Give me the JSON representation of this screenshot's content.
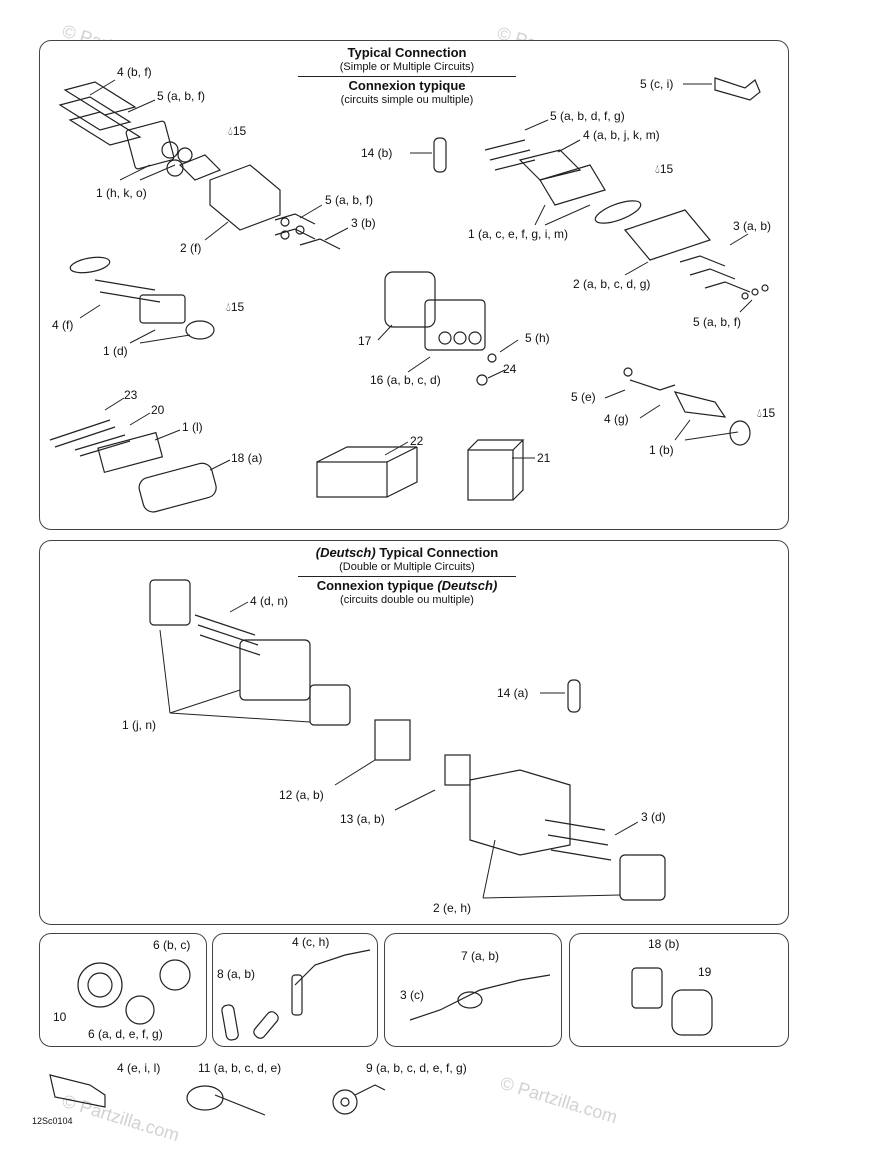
{
  "top_panel": {
    "title_en": "Typical Connection",
    "subtitle_en": "(Simple or Multiple Circuits)",
    "title_fr": "Connexion typique",
    "subtitle_fr": "(circuits simple ou multiple)",
    "labels": [
      "4 (b, f)",
      "5 (a, b, f)",
      "15",
      "1 (h, k, o)",
      "2 (f)",
      "5 (a, b, f)",
      "3 (b)",
      "14 (b)",
      "5 (c, i)",
      "5 (a, b, d, f, g)",
      "4 (a, b, j, k, m)",
      "15",
      "1 (a, c, e, f, g, i, m)",
      "3 (a, b)",
      "2 (a, b, c, d, g)",
      "5 (a, b, f)",
      "4 (f)",
      "15",
      "1 (d)",
      "17",
      "5 (h)",
      "16 (a, b, c, d)",
      "24",
      "5 (e)",
      "4 (g)",
      "15",
      "1 (b)",
      "23",
      "20",
      "1 (l)",
      "18 (a)",
      "22",
      "21"
    ]
  },
  "deutsch_panel": {
    "title_prefix": "(Deutsch)",
    "title_en": "Typical Connection",
    "subtitle_en": "(Double or Multiple Circuits)",
    "title_fr": "Connexion typique",
    "title_suffix": "(Deutsch)",
    "subtitle_fr": "(circuits double ou multiple)",
    "labels": [
      "4 (d, n)",
      "14 (a)",
      "1 (j, n)",
      "12 (a, b)",
      "13 (a, b)",
      "3 (d)",
      "2 (e, h)"
    ]
  },
  "small_panels": [
    {
      "labels": [
        "6 (b, c)",
        "10",
        "6 (a, d, e, f, g)"
      ]
    },
    {
      "labels": [
        "4 (c, h)",
        "8 (a, b)"
      ]
    },
    {
      "labels": [
        "7 (a, b)",
        "3 (c)"
      ]
    },
    {
      "labels": [
        "18 (b)",
        "19"
      ]
    }
  ],
  "bottom_labels": [
    "4 (e, i, l)",
    "11 (a, b, c, d, e)",
    "9 (a, b, c, d, e, f, g)"
  ],
  "drawing_code": "12Sc0104",
  "watermark": "© Partzilla.com",
  "icons": {
    "drop": "oil-drop-icon"
  }
}
